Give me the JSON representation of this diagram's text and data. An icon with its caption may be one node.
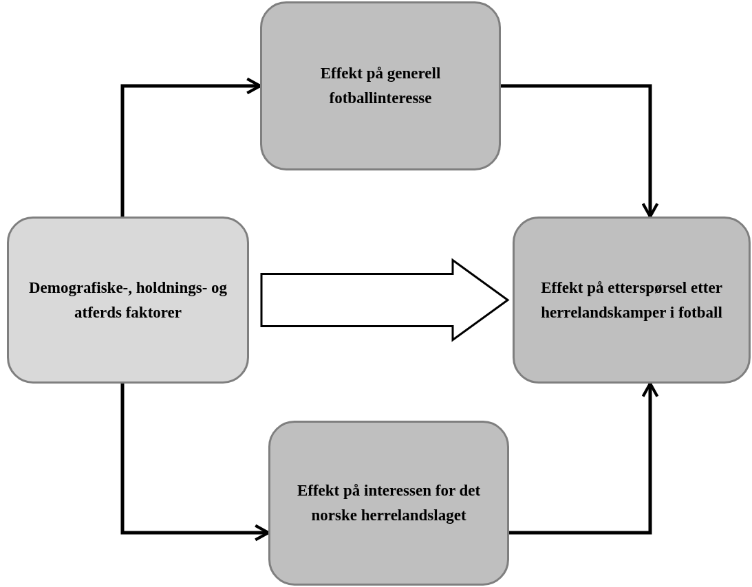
{
  "diagram": {
    "nodes": [
      {
        "text": [
          "Demografiske-, holdnings- og atferds faktorer"
        ]
      },
      {
        "text": [
          "Effekt på generell fotballinteresse"
        ]
      },
      {
        "text": [
          "Effekt på etterspørsel etter herrelandskamper i fotball"
        ]
      },
      {
        "text": [
          "Effekt på interessen for det norske herrelandslaget"
        ]
      }
    ],
    "edges": [
      {
        "from": 0,
        "to": 1,
        "arrow": "to"
      },
      {
        "from": 1,
        "to": 2,
        "arrow": "to"
      },
      {
        "from": 0,
        "to": 3,
        "arrow": "to"
      },
      {
        "from": 3,
        "to": 2,
        "arrow": "to"
      },
      {
        "from": 0,
        "to": 2,
        "arrow": "to",
        "style": "thick"
      }
    ]
  }
}
